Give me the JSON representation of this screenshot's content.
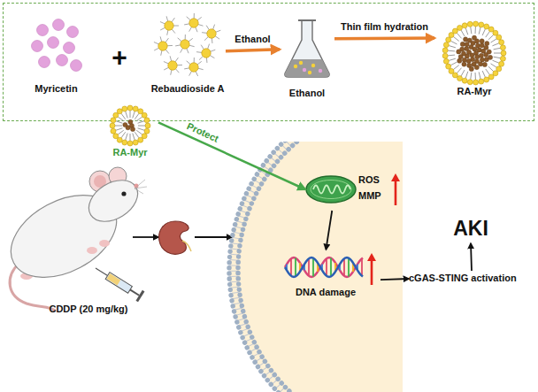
{
  "diagram": {
    "nodes": [
      {
        "text": []
      },
      {
        "text": [
          "Myricetin"
        ],
        "in": 0
      },
      {
        "text": [
          "Rebaudioside A"
        ],
        "in": 0
      },
      {
        "text": [
          "Ethanol"
        ],
        "in": 0
      },
      {
        "text": [
          "RA-Myr"
        ],
        "in": 0
      },
      {
        "text": [
          "CDDP (20 mg/kg)"
        ]
      },
      {
        "text": []
      },
      {
        "text": [
          "RA-Myr"
        ]
      },
      {
        "text": [
          "ROS",
          "MMP"
        ],
        "in": 6
      },
      {
        "text": [
          "DNA damage"
        ],
        "in": 6
      },
      {
        "text": [
          "cGAS-STING activation"
        ]
      },
      {
        "text": [
          "AKI"
        ]
      }
    ],
    "edges": [
      {
        "from": 2,
        "to": 3,
        "label": "Ethanol",
        "arrow": "to"
      },
      {
        "from": 3,
        "to": 4,
        "label": "Thin film hydration",
        "arrow": "to"
      },
      {
        "from": 7,
        "to": 8,
        "label": "Protect",
        "arrow": "to"
      },
      {
        "from": 8,
        "to": 9,
        "arrow": "to"
      },
      {
        "from": 9,
        "to": 10,
        "arrow": "to"
      },
      {
        "from": 10,
        "to": 11,
        "arrow": "to"
      }
    ],
    "labels": [
      "+"
    ]
  }
}
